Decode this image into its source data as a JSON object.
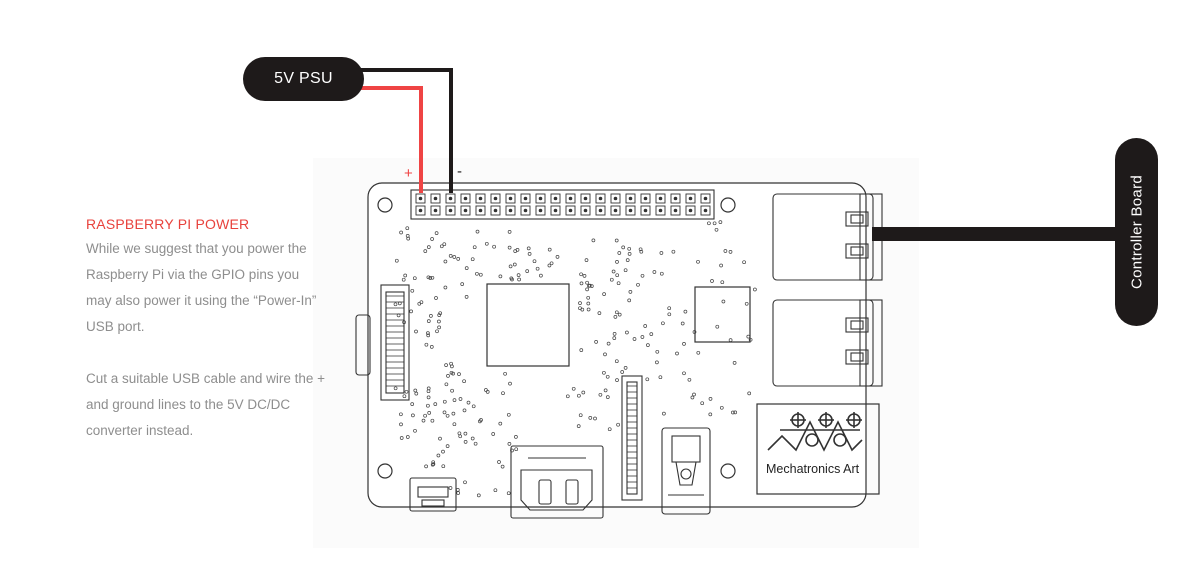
{
  "power_info": {
    "heading": "RASPBERRY PI POWER",
    "paragraph_1": "While we suggest that you power the Raspberry Pi via the GPIO pins you may also power it using the “Power-In” USB port.",
    "paragraph_2": "Cut a suitable USB cable and wire the + and ground lines to the 5V DC/DC converter instead."
  },
  "psu": {
    "label": "5V PSU"
  },
  "controller": {
    "label": "Controller Board"
  },
  "pins": {
    "positive": "+",
    "negative": "-"
  },
  "logo": {
    "text": "Mechatronics Art"
  },
  "colors": {
    "accent_red": "#e8423c",
    "wire_red": "#ef4444",
    "wire_black": "#1e1a1a",
    "body_text": "#8e8e8e",
    "board_stroke": "#333333"
  }
}
